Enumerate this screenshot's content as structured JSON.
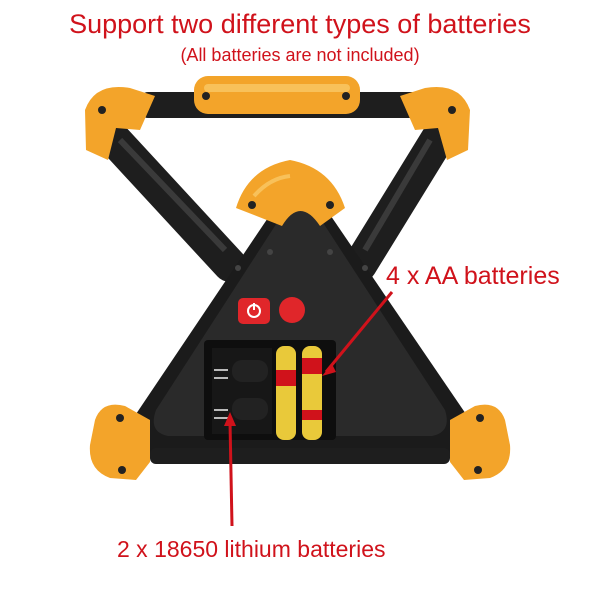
{
  "header": {
    "title": "Support two different types of batteries",
    "subtitle": "(All batteries are not included)"
  },
  "callouts": {
    "aa": "4 x AA batteries",
    "lithium": "2 x 18650 lithium batteries"
  },
  "colors": {
    "text_red": "#d0121b",
    "bumper_orange": "#f3a42a",
    "body_black": "#1c1c1c",
    "button_red": "#e0262a",
    "aa_battery_yellow": "#e9c93a"
  }
}
